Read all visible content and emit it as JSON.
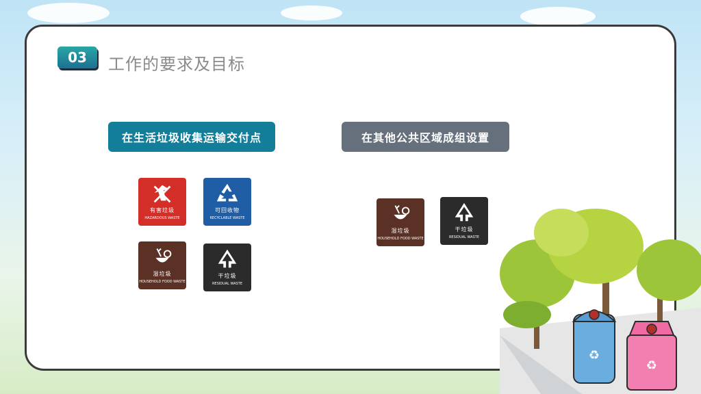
{
  "section": {
    "number": "03",
    "title": "工作的要求及目标"
  },
  "left_group": {
    "heading": "在生活垃圾收集运输交付点",
    "bins": [
      {
        "icon": "hazardous-icon",
        "cn": "有害垃圾",
        "en": "HAZARDOUS WASTE",
        "color": "#d42e29"
      },
      {
        "icon": "recycle-icon",
        "cn": "可回收物",
        "en": "RECYCLABLE WASTE",
        "color": "#1f5da4"
      },
      {
        "icon": "food-waste-icon",
        "cn": "湿垃圾",
        "en": "HOUSEHOLD FOOD WASTE",
        "color": "#5b3126"
      },
      {
        "icon": "residual-icon",
        "cn": "干垃圾",
        "en": "RESIDUAL WASTE",
        "color": "#2b2b2b"
      }
    ]
  },
  "right_group": {
    "heading": "在其他公共区域成组设置",
    "bins": [
      {
        "icon": "food-waste-icon",
        "cn": "湿垃圾",
        "en": "HOUSEHOLD FOOD WASTE",
        "color": "#5b3126"
      },
      {
        "icon": "residual-icon",
        "cn": "干垃圾",
        "en": "RESIDUAL WASTE",
        "color": "#2b2b2b"
      }
    ]
  }
}
